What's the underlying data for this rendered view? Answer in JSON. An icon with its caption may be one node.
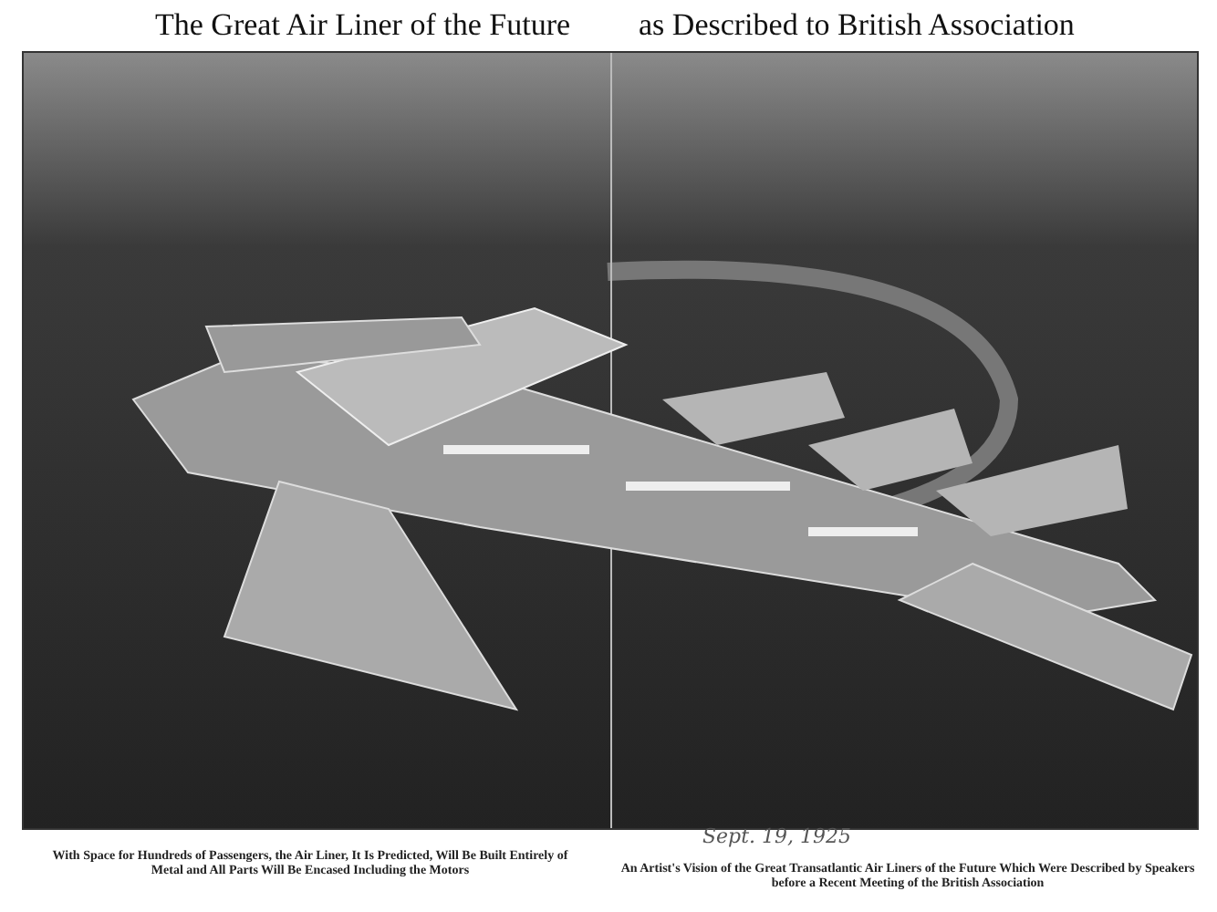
{
  "diagram": {
    "labels": [
      "The Great Air Liner of the Future",
      "as Described to British Association",
      "With Space for Hundreds of Passengers, the Air Liner, It Is Predicted, Will Be Built Entirely of Metal and All Parts Will Be Encased Including the Motors",
      "Sept. 19, 1925",
      "An Artist's Vision of the Great Transatlantic Air Liners of the Future Which Were Described by Speakers before a Recent Meeting of the British Association"
    ]
  }
}
